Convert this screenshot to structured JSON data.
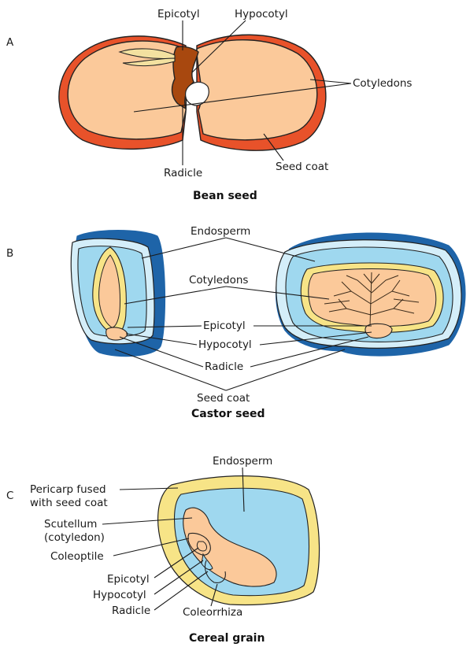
{
  "panel_a": {
    "letter": "A",
    "caption": "Bean seed",
    "labels": {
      "epicotyl": "Epicotyl",
      "hypocotyl": "Hypocotyl",
      "cotyledons": "Cotyledons",
      "radicle": "Radicle",
      "seed_coat": "Seed coat"
    }
  },
  "panel_b": {
    "letter": "B",
    "caption": "Castor seed",
    "labels": {
      "endosperm": "Endosperm",
      "cotyledons": "Cotyledons",
      "epicotyl": "Epicotyl",
      "hypocotyl": "Hypocotyl",
      "radicle": "Radicle",
      "seed_coat": "Seed coat"
    }
  },
  "panel_c": {
    "letter": "C",
    "caption": "Cereal grain",
    "labels": {
      "endosperm": "Endosperm",
      "pericarp_line1": "Pericarp fused",
      "pericarp_line2": "with seed coat",
      "scutellum_line1": "Scutellum",
      "scutellum_line2": "(cotyledon)",
      "coleoptile": "Coleoptile",
      "epicotyl": "Epicotyl",
      "hypocotyl": "Hypocotyl",
      "radicle": "Radicle",
      "coleorrhiza": "Coleorrhiza"
    }
  },
  "colors": {
    "seed_coat_red": "#e8522a",
    "cotyledon_tan": "#fbc99a",
    "embryo_brown": "#a8480f",
    "endosperm_blue": "#9fd8ef",
    "seed_coat_blue": "#1e64a8",
    "pale_blue": "#d4eef9",
    "yellow": "#f7e487",
    "leaf_yellow": "#f3e1a0"
  }
}
